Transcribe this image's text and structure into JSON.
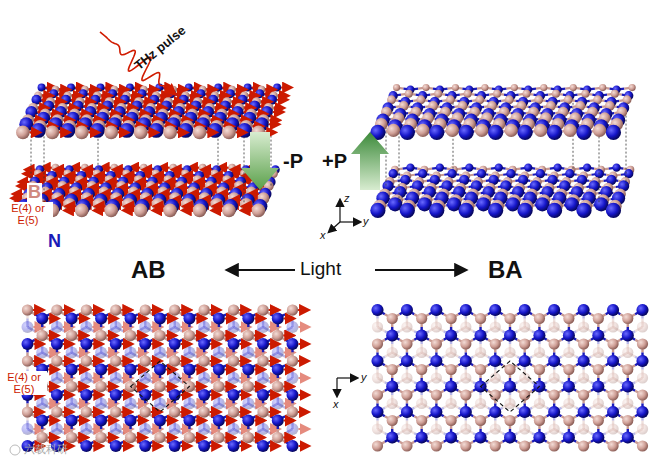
{
  "diagram": {
    "labels": [
      "THz pulse",
      "B",
      "E(4) or E(5)",
      "N",
      "-P",
      "+P",
      "z",
      "x",
      "y",
      "AB",
      "Light",
      "BA",
      "E(4) or E(5)",
      "y",
      "x",
      "六载科研"
    ]
  }
}
